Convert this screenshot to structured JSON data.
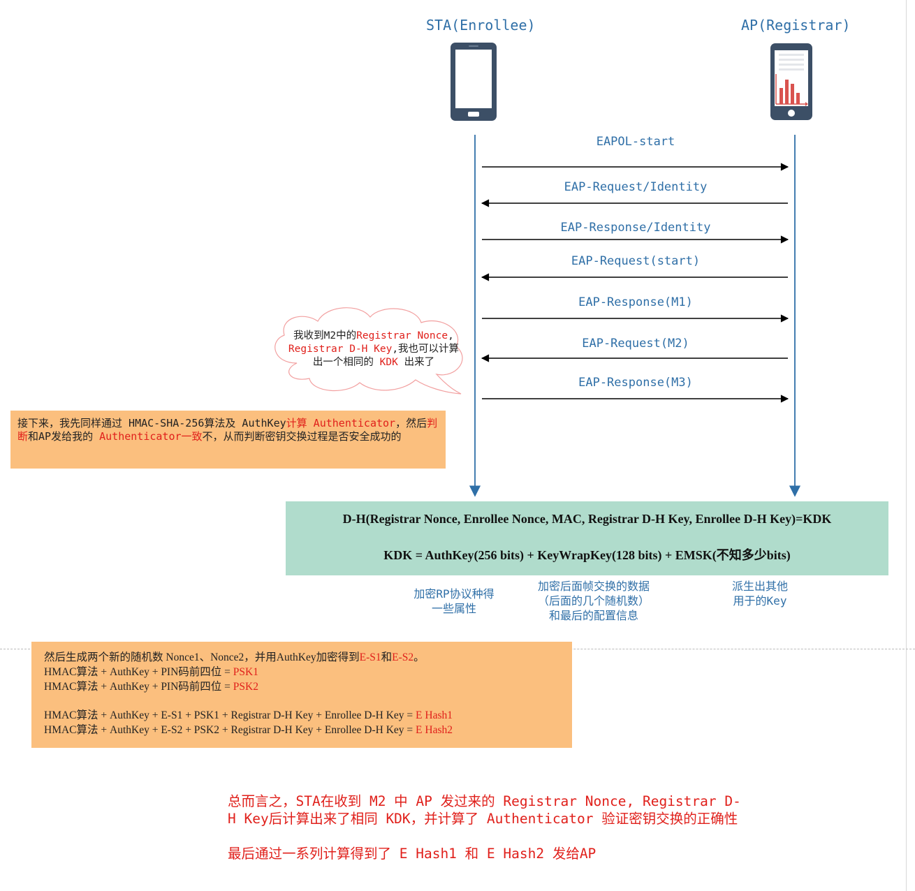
{
  "actors": {
    "sta": "STA(Enrollee)",
    "ap": "AP(Registrar)"
  },
  "messages": [
    {
      "label": "EAPOL-start",
      "direction": "right"
    },
    {
      "label": "EAP-Request/Identity",
      "direction": "left"
    },
    {
      "label": "EAP-Response/Identity",
      "direction": "right"
    },
    {
      "label": "EAP-Request(start)",
      "direction": "left"
    },
    {
      "label": "EAP-Response(M1)",
      "direction": "right"
    },
    {
      "label": "EAP-Request(M2)",
      "direction": "left"
    },
    {
      "label": "EAP-Response(M3)",
      "direction": "right"
    }
  ],
  "cloud": {
    "p1": "我收到M2中的",
    "p2": "Registrar Nonce",
    "p3": ",",
    "p4": "Registrar D-H Key",
    "p5": ",我也可以计算",
    "p6": "出一个相同的 ",
    "p7": "KDK",
    "p8": " 出来了"
  },
  "note1": {
    "p1": "接下来，我先同样通过 HMAC-SHA-256算法及 AuthKey",
    "p2": "计算 Authenticator",
    "p3": "，然后",
    "p4": "判断",
    "p5": "和AP发给我的 ",
    "p6": "Authenticator一致",
    "p7": "不，从而判断密钥交换过程是否安全成功的"
  },
  "kdk": {
    "line1": "D-H(Registrar Nonce, Enrollee Nonce, MAC, Registrar D-H Key, Enrollee D-H Key)=KDK",
    "line2": "KDK = AuthKey(256 bits) + KeyWrapKey(128 bits) + EMSK(不知多少bits)"
  },
  "descriptions": {
    "authkey": [
      "加密RP协议种得",
      "一些属性"
    ],
    "keywrap": [
      "加密后面帧交换的数据",
      "（后面的几个随机数）",
      "和最后的配置信息"
    ],
    "emsk": [
      "派生出其他",
      "用于的Key"
    ]
  },
  "note2": {
    "l1a": "然后生成两个新的随机数 Nonce1、Nonce2，并用AuthKey加密得到",
    "l1b": "E-S1",
    "l1c": "和",
    "l1d": "E-S2",
    "l1e": "。",
    "l2a": "HMAC算法 + AuthKey + PIN码前四位 = ",
    "l2b": "PSK1",
    "l3a": "HMAC算法 + AuthKey + PIN码前四位 = ",
    "l3b": "PSK2",
    "l4a": "HMAC算法 + AuthKey + E-S1 + PSK1 + Registrar D-H Key + Enrollee D-H Key = ",
    "l4b": "E Hash1",
    "l5a": "HMAC算法 + AuthKey + E-S2 + PSK2 + Registrar D-H Key + Enrollee D-H Key = ",
    "l5b": "E Hash2"
  },
  "summary": {
    "p1": "总而言之，STA在收到 M2 中 AP 发过来的 Registrar Nonce, Registrar D-H Key后计算出来了相同 KDK，并计算了 Authenticator 验证密钥交换的正确性",
    "p2": "最后通过一系列计算得到了 E Hash1 和 E Hash2 发给AP"
  },
  "colors": {
    "lifeline": "#2f6fa7",
    "arrow": "#000000",
    "highlight": "#e0201b",
    "orange_note": "#fbbf7e",
    "green_box": "#b0dccc",
    "phone_body": "#3c4f66"
  }
}
